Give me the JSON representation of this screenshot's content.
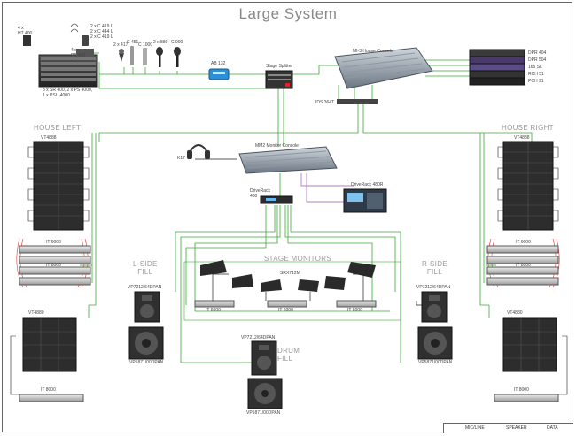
{
  "title": "Large System",
  "labels": {
    "ht400": "4 x\nHT 400",
    "c419": "2 x C 419 L\n2 x C 444 L\n2 x C 419 L",
    "pt400": "4 x\nPT 400",
    "sr400": "8 x SR 400, 2 x PS 4000,\n1 x PSU 4000",
    "c417": "2 x 417",
    "c451": "C 451",
    "c1000": "C 1000",
    "c880": "2 x 880",
    "c900": "C 900",
    "ab132": "AB 132",
    "stage_splitter": "Stage Splitter",
    "mi_console": "MI-3 House Console",
    "dpr404": "DPR 404",
    "dpr504": "DPR 504",
    "l65": "165 SL",
    "rch5": "RCH 51",
    "pch9": "PCH 91",
    "ids": "IDS 364T",
    "monitor_console": "MM2 Monitor Console",
    "k17": "K17",
    "driverack1": "DriveRack\n480",
    "driverack2": "DriveRack 480R",
    "house_left": "HOUSE LEFT",
    "house_right": "HOUSE RIGHT",
    "vt4888_l": "VT4888",
    "vt4888_r": "VT4888",
    "it6000_l1": "IT 6000",
    "it8000_l1": "IT 8000",
    "it6000_r1": "IT 6000",
    "it8000_r1": "IT 8000",
    "vt4880_l": "VT4880",
    "vt4880_r": "VT4880",
    "it8000_l2": "IT 8000",
    "it8000_r2": "IT 8000",
    "l_side_fill": "L-SIDE\nFILL",
    "r_side_fill": "R-SIDE\nFILL",
    "stage_monitors": "STAGE MONITORS",
    "srx712": "SRX712M",
    "it6000_m1": "IT 6000",
    "it6000_m2": "IT 6000",
    "it6000_m3": "IT 6000",
    "vp_l1": "VP7212/64DPAN",
    "vp_l2": "VP5871/00DPAN",
    "vp_r1": "VP7212/64DPAN",
    "vp_r2": "VP5871/00DPAN",
    "drum_fill": "DRUM\nFILL",
    "vp_d1": "VP7212/64DPAN",
    "vp_d2": "VP5871/00DPAN"
  },
  "legend": [
    {
      "label": "MIC/LINE",
      "color": "#3aaa35"
    },
    {
      "label": "SPEAKER",
      "color": "#222222"
    },
    {
      "label": "DATA",
      "color": "#b07cc6"
    }
  ],
  "colors": {
    "mic_line": "#3aaa35",
    "speaker": "#222222",
    "speaker_red": "#d33",
    "data": "#b07cc6"
  }
}
